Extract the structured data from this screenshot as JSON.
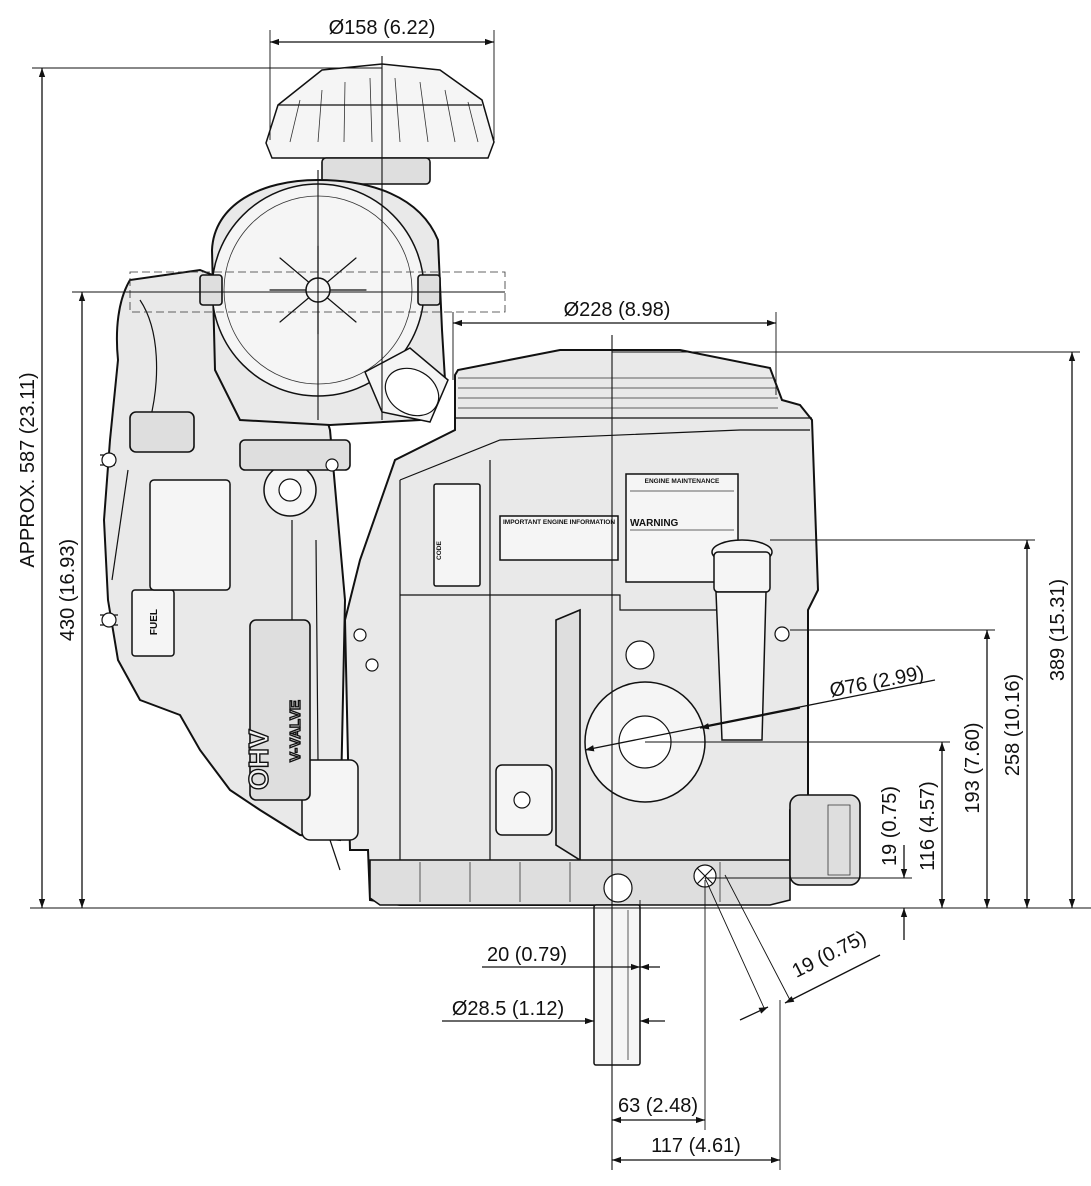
{
  "dimensions": {
    "air_cleaner_diameter": "Ø158 (6.22)",
    "fan_screen_diameter": "Ø228 (8.98)",
    "oil_filter_diameter": "Ø76 (2.99)",
    "shaft_diameter": "Ø28.5 (1.12)",
    "shaft_key": "20 (0.79)",
    "overall_height": "APPROX. 587 (23.11)",
    "air_cleaner_center_height": "430 (16.93)",
    "top_height": "389 (15.31)",
    "height_258": "258 (10.16)",
    "height_193": "193 (7.60)",
    "height_116": "116 (4.57)",
    "height_19": "19 (0.75)",
    "drain_offset": "19 (0.75)",
    "offset_63": "63 (2.48)",
    "offset_117": "117 (4.61)"
  },
  "engine_labels": {
    "engine_maintenance": "ENGINE MAINTENANCE",
    "important_info": "IMPORTANT ENGINE INFORMATION",
    "warning": "WARNING",
    "code": "CODE",
    "ohv": "OHV",
    "v_valve": "V-VALVE"
  },
  "colors": {
    "line": "#111111",
    "fill": "#e9e9e9",
    "background": "#ffffff"
  }
}
